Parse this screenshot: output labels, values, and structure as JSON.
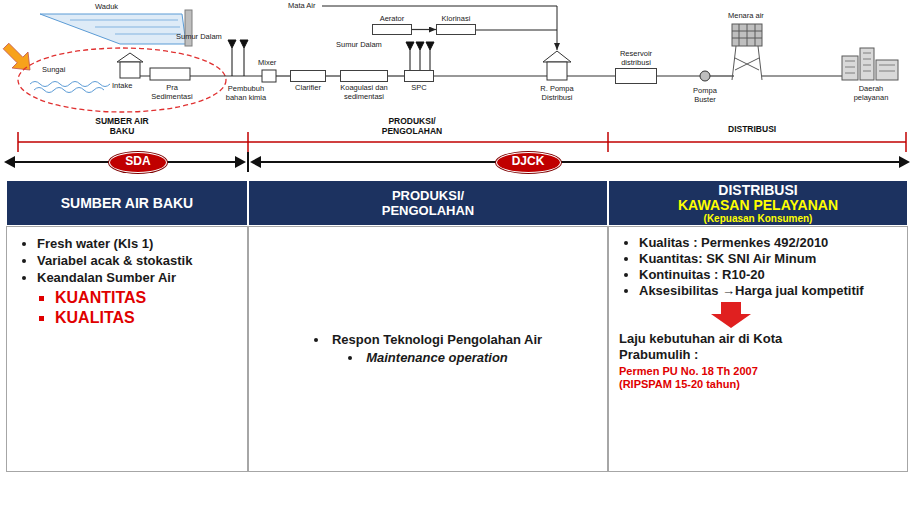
{
  "diagram": {
    "nodes": [
      {
        "text": [
          "Aerator"
        ]
      },
      {
        "text": [
          "Klorinasi"
        ]
      },
      {
        "text": [
          "Clarifier"
        ]
      },
      {
        "text": [
          "Koagulasi dan sedimentasi"
        ]
      },
      {
        "text": [
          "SPC"
        ]
      },
      {
        "text": [
          "Reservoir distribusi"
        ]
      },
      {
        "text": [
          "SDA"
        ]
      },
      {
        "text": [
          "DJCK"
        ]
      },
      {
        "text": [
          "SUMBER AIR BAKU"
        ]
      },
      {
        "text": [
          "PRODUKSI/ PENGOLAHAN"
        ]
      },
      {
        "text": [
          "DISTRIBUSI",
          "KAWASAN PELAYANAN",
          "(Kepuasan Konsumen)"
        ]
      }
    ],
    "edges": [
      {
        "from": 0,
        "to": 1,
        "arrow": "to"
      },
      {
        "from": 2,
        "to": 3,
        "arrow": "none"
      },
      {
        "from": 3,
        "to": 4,
        "arrow": "none"
      }
    ],
    "labels": [
      "Waduk",
      "Sungai",
      "Intake",
      "Pra Sedimentasi",
      "Sumur Dalam",
      "Pembubuh bahan kimia",
      "Mixer",
      "Mata Air",
      "Sumur Dalam",
      "R. Pompa Distribusi",
      "Menara air",
      "Pompa Buster",
      "Daerah pelayanan",
      "SUMBER AIR BAKU",
      "PRODUKSI/ PENGOLAHAN",
      "DISTRIBUSI",
      "Fresh water (Kls 1)",
      "Variabel acak & stokastik",
      "Keandalan Sumber Air",
      "KUANTITAS",
      "KUALITAS",
      "Respon Teknologi Pengolahan Air",
      "Maintenance operation",
      "Kualitas : Permenkes 492/2010",
      "Kuantitas: SK SNI Air Minum",
      "Kontinuitas : R10-20",
      "Aksesibilitas →Harga jual kompetitif",
      "Laju kebutuhan air di Kota Prabumulih :",
      "Permen PU No. 18 Th 2007 (RIPSPAM 15-20 tahun)"
    ]
  }
}
